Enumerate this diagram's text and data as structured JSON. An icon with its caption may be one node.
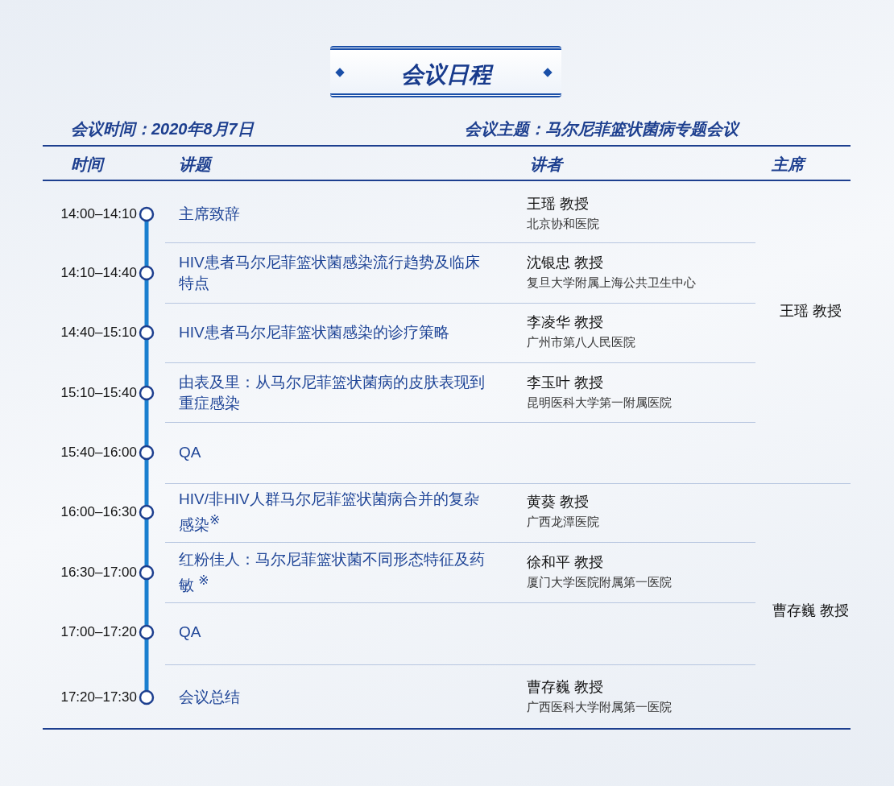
{
  "diagram": {
    "title": "会议日程",
    "labels": [
      "会议时间：2020年8月7日",
      "会议主题：马尔尼菲篮状菌病专题会议",
      "时间",
      "讲题",
      "讲者",
      "主席",
      "14:00–14:10",
      "主席致辞",
      "王瑶 教授",
      "北京协和医院",
      "王瑶 教授",
      "14:10–14:40",
      "HIV患者马尔尼菲篮状菌感染流行趋势及临床特点",
      "沈银忠 教授",
      "复旦大学附属上海公共卫生中心",
      "14:40–15:10",
      "HIV患者马尔尼菲篮状菌感染的诊疗策略",
      "李凌华 教授",
      "广州市第八人民医院",
      "15:10–15:40",
      "由表及里：从马尔尼菲篮状菌病的皮肤表现到重症感染",
      "李玉叶 教授",
      "昆明医科大学第一附属医院",
      "15:40–16:00",
      "QA",
      "16:00–16:30",
      "HIV/非HIV人群马尔尼菲篮状菌病合并的复杂感染$^{※}$",
      "黄葵 教授",
      "广西龙潭医院",
      "曹存巍 教授",
      "16:30–17:00",
      "红粉佳人：马尔尼菲篮状菌不同形态特征及药敏 $^{※}$",
      "徐和平 教授",
      "厦门大学医院附属第一医院",
      "17:00–17:20",
      "QA",
      "17:20–17:30",
      "会议总结",
      "曹存巍 教授",
      "广西医科大学附属第一医院"
    ]
  }
}
